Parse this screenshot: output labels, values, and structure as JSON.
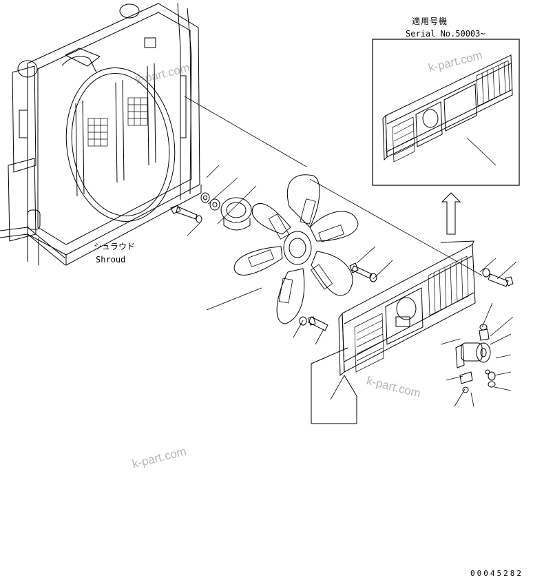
{
  "serial_box": {
    "title_jp": "適用号機",
    "title_en": "Serial No.50003~"
  },
  "shroud_label": {
    "jp": "シュラウド",
    "en": "Shroud"
  },
  "watermarks": [
    "k-part.com",
    "k-part.com",
    "k-part.com",
    "k-part.com"
  ],
  "drawing_number": "00045282"
}
